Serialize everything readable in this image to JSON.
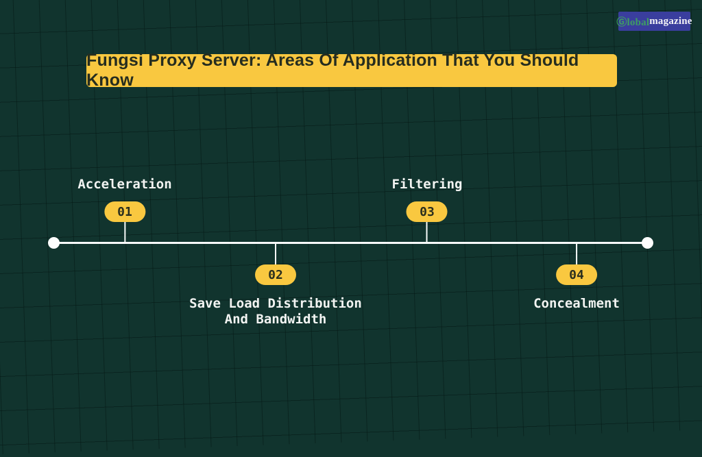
{
  "page": {
    "background_color": "#11342e",
    "grid_line_color": "#0d2b26"
  },
  "logo": {
    "text_green": "Ⓖlobal",
    "text_white": "magazine",
    "badge_color": "#3a3e9e",
    "green_color": "#3f9e62",
    "white_color": "#f4f4f6"
  },
  "title": {
    "text": "Fungsi Proxy Server: Areas Of Application That You Should Know",
    "banner_color": "#f9c840",
    "text_color": "#262d1f"
  },
  "timeline": {
    "line_color": "#f7fbfa",
    "pill_color": "#f9c840",
    "label_color": "#f2f4f2",
    "items": [
      {
        "number": "01",
        "label": "Acceleration",
        "position": "above"
      },
      {
        "number": "02",
        "label": "Save Load Distribution And Bandwidth",
        "position": "below"
      },
      {
        "number": "03",
        "label": "Filtering",
        "position": "above"
      },
      {
        "number": "04",
        "label": "Concealment",
        "position": "below"
      }
    ]
  }
}
